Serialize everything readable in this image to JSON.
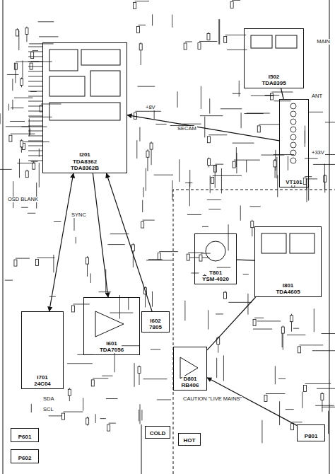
{
  "diagram": {
    "nodes": [
      {
        "text": [
          "I201",
          "TDA8362",
          "TDA8362B"
        ]
      },
      {
        "text": [
          "I502",
          "TDA8395"
        ]
      },
      {
        "text": [
          "VT101"
        ]
      },
      {
        "text": [
          "I601",
          "TDA7056"
        ]
      },
      {
        "text": [
          "I602",
          "7805"
        ]
      },
      {
        "text": [
          "T801",
          "YSM-4020"
        ]
      },
      {
        "text": [
          "I801",
          "TDA4605"
        ]
      },
      {
        "text": [
          "D801",
          "RB406"
        ]
      },
      {
        "text": [
          "P801"
        ]
      },
      {
        "text": [
          "P601"
        ]
      },
      {
        "text": [
          "P602"
        ]
      },
      {
        "text": [
          "COLD"
        ]
      },
      {
        "text": [
          "HOT"
        ]
      },
      {
        "text": [
          "I701",
          "24C04"
        ]
      }
    ],
    "edges": [
      {
        "from": 2,
        "to": 1,
        "arrow": "none"
      },
      {
        "from": 2,
        "to": 0,
        "arrow": "to"
      },
      {
        "from": 0,
        "to": 3,
        "arrow": "to"
      },
      {
        "from": 4,
        "to": 0,
        "arrow": "to"
      },
      {
        "from": 8,
        "to": 7,
        "arrow": "to"
      },
      {
        "from": 7,
        "to": 6,
        "arrow": "none"
      },
      {
        "from": 6,
        "to": 5,
        "arrow": "none"
      },
      {
        "from": 13,
        "to": 0,
        "arrow": "both"
      }
    ],
    "labels": [
      "MAIN",
      "ANT",
      "OSD BLANK",
      "SECAM",
      "SDA",
      "SCL",
      "+8V",
      "+33V",
      "SYNC",
      "CAUTION \"LIVE MAINS\""
    ]
  }
}
